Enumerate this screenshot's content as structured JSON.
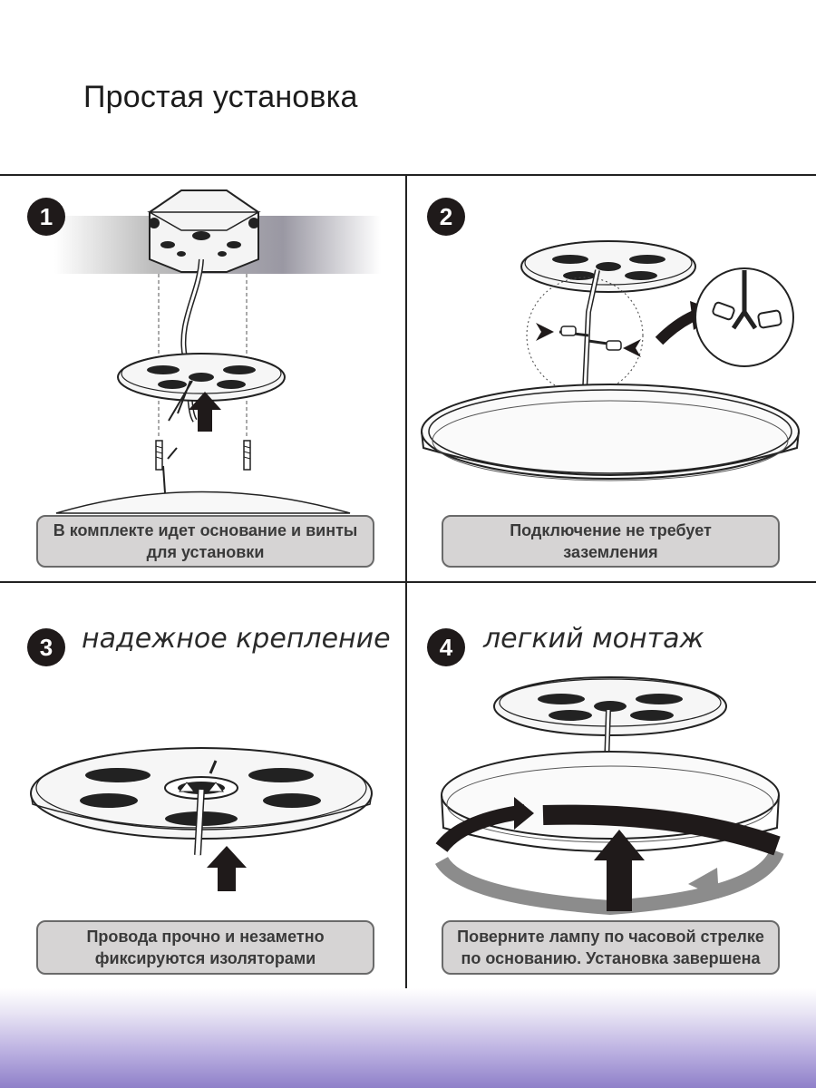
{
  "page": {
    "title": "Простая установка"
  },
  "steps": [
    {
      "number": "1",
      "heading": "",
      "caption_line1": "В комплекте идет основание и винты",
      "caption_line2": "для установки",
      "icons": [
        "junction-box-icon",
        "mounting-base-icon",
        "screw-icon",
        "up-arrow-icon"
      ]
    },
    {
      "number": "2",
      "heading": "",
      "caption_line1": "Подключение не требует",
      "caption_line2": "заземления",
      "icons": [
        "mounting-base-icon",
        "wire-connector-icon",
        "lamp-ring-icon",
        "right-arrow-icon"
      ]
    },
    {
      "number": "3",
      "heading": "надежное крепление",
      "caption_line1": "Провода прочно и незаметно",
      "caption_line2": "фиксируются изоляторами",
      "icons": [
        "mounting-base-icon",
        "up-arrow-icon"
      ]
    },
    {
      "number": "4",
      "heading": "легкий монтаж",
      "caption_line1": "Поверните лампу по часовой стрелке",
      "caption_line2": "по основанию. Установка завершена",
      "icons": [
        "mounting-base-icon",
        "lamp-ring-icon",
        "rotate-clockwise-icon",
        "up-arrow-icon"
      ]
    }
  ],
  "colors": {
    "badge": "#1f1a1a",
    "caption_bg": "#d6d4d4",
    "caption_border": "#6a6a6a",
    "footer_gradient_end": "#8f80c9"
  }
}
